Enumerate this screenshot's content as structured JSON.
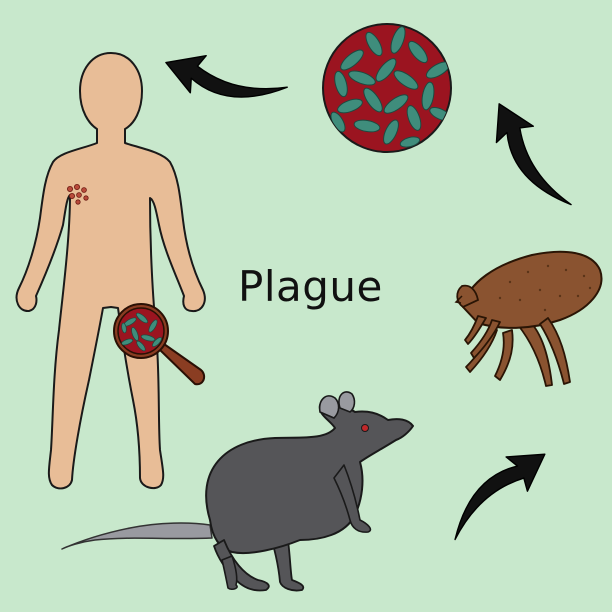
{
  "title": "Plague",
  "colors": {
    "background": "#c8e8cc",
    "skin": "#e8bd97",
    "bacteria_bg": "#9b1420",
    "bacteria": "#3f8d7c",
    "flea": "#8a5330",
    "rat": "#555558",
    "rat_tail": "#999aa0",
    "magnifier_handle": "#8a3d22",
    "arrow": "#111111"
  },
  "cycle": [
    "bacteria",
    "flea",
    "rat",
    "human"
  ],
  "icons": {
    "human": "human-silhouette-icon",
    "bacteria": "bacteria-cluster-icon",
    "flea": "flea-icon",
    "rat": "rat-icon",
    "magnifier": "magnifying-glass-icon",
    "arrow": "curved-arrow-icon"
  }
}
